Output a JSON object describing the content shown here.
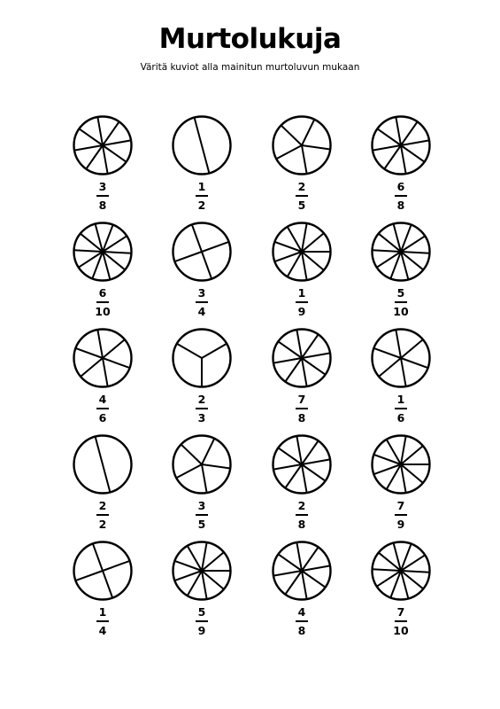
{
  "title": "Murtolukuja",
  "subtitle": "Väritä kuviot alla mainitun murtoluvun mukaan",
  "rows": [
    [
      {
        "num": "3",
        "den": "8",
        "sections": 8,
        "rot": 80
      },
      {
        "num": "1",
        "den": "2",
        "sections": 2,
        "rot": 75
      },
      {
        "num": "2",
        "den": "5",
        "sections": 5,
        "rot": 80
      },
      {
        "num": "6",
        "den": "8",
        "sections": 8,
        "rot": 80
      }
    ],
    [
      {
        "num": "6",
        "den": "10",
        "sections": 10,
        "rot": 75
      },
      {
        "num": "3",
        "den": "4",
        "sections": 4,
        "rot": 70
      },
      {
        "num": "1",
        "den": "9",
        "sections": 9,
        "rot": 80
      },
      {
        "num": "5",
        "den": "10",
        "sections": 10,
        "rot": 75
      }
    ],
    [
      {
        "num": "4",
        "den": "6",
        "sections": 6,
        "rot": 80
      },
      {
        "num": "2",
        "den": "3",
        "sections": 3,
        "rot": 90
      },
      {
        "num": "7",
        "den": "8",
        "sections": 8,
        "rot": 80
      },
      {
        "num": "1",
        "den": "6",
        "sections": 6,
        "rot": 80
      }
    ],
    [
      {
        "num": "2",
        "den": "2",
        "sections": 2,
        "rot": 75
      },
      {
        "num": "3",
        "den": "5",
        "sections": 5,
        "rot": 80
      },
      {
        "num": "2",
        "den": "8",
        "sections": 8,
        "rot": 80
      },
      {
        "num": "7",
        "den": "9",
        "sections": 9,
        "rot": 80
      }
    ],
    [
      {
        "num": "1",
        "den": "4",
        "sections": 4,
        "rot": 70
      },
      {
        "num": "5",
        "den": "9",
        "sections": 9,
        "rot": 80
      },
      {
        "num": "4",
        "den": "8",
        "sections": 8,
        "rot": 80
      },
      {
        "num": "7",
        "den": "10",
        "sections": 10,
        "rot": 75
      }
    ]
  ]
}
